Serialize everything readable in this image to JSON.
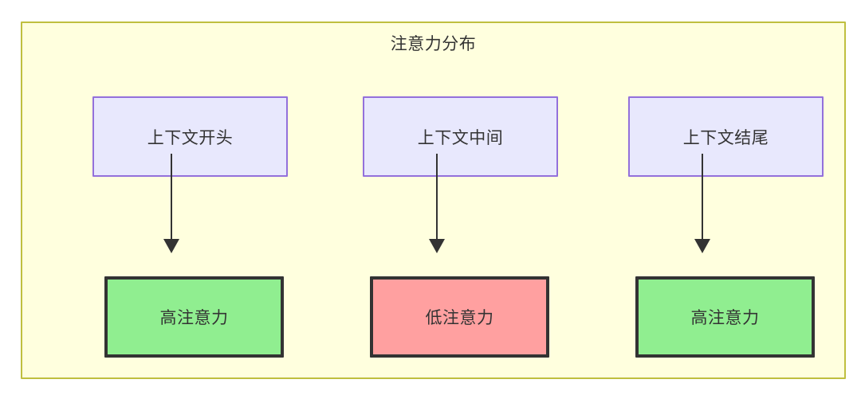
{
  "diagram": {
    "title": "注意力分布",
    "type": "flowchart",
    "container": {
      "label": "注意力分布",
      "fill_color": "#ffffde",
      "border_color": "#bfbf3f"
    },
    "nodes": [
      {
        "id": "ctx-start",
        "label": "上下文开头",
        "group": "context",
        "fill_color": "#e8e8fd",
        "border_color": "#9370db"
      },
      {
        "id": "ctx-middle",
        "label": "上下文中间",
        "group": "context",
        "fill_color": "#e8e8fd",
        "border_color": "#9370db"
      },
      {
        "id": "ctx-end",
        "label": "上下文结尾",
        "group": "context",
        "fill_color": "#e8e8fd",
        "border_color": "#9370db"
      },
      {
        "id": "attn-start",
        "label": "高注意力",
        "group": "attention",
        "level": "high",
        "fill_color": "#90ee90",
        "border_color": "#333333"
      },
      {
        "id": "attn-middle",
        "label": "低注意力",
        "group": "attention",
        "level": "low",
        "fill_color": "#ffa0a0",
        "border_color": "#333333"
      },
      {
        "id": "attn-end",
        "label": "高注意力",
        "group": "attention",
        "level": "high",
        "fill_color": "#90ee90",
        "border_color": "#333333"
      }
    ],
    "edges": [
      {
        "from": "ctx-start",
        "to": "attn-start",
        "label": ""
      },
      {
        "from": "ctx-middle",
        "to": "attn-middle",
        "label": ""
      },
      {
        "from": "ctx-end",
        "to": "attn-end",
        "label": ""
      }
    ]
  }
}
